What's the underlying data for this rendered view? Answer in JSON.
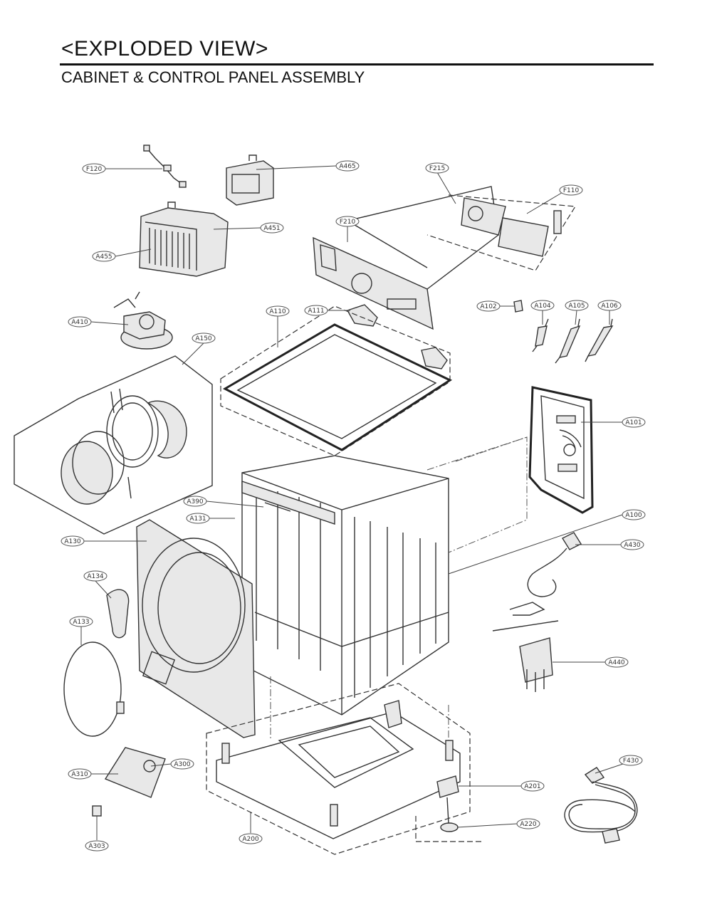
{
  "header": {
    "title": "<EXPLODED VIEW>",
    "subtitle": "CABINET & CONTROL  PANEL ASSEMBLY"
  },
  "labels": {
    "F120": "F120",
    "A465": "A465",
    "F215": "F215",
    "F110": "F110",
    "A451": "A451",
    "F210": "F210",
    "A455": "A455",
    "A410": "A410",
    "A110": "A110",
    "A111": "A111",
    "A102": "A102",
    "A104": "A104",
    "A105": "A105",
    "A106": "A106",
    "A150": "A150",
    "A101": "A101",
    "A390": "A390",
    "A131": "A131",
    "A100": "A100",
    "A130": "A130",
    "A430": "A430",
    "A134": "A134",
    "A133": "A133",
    "A440": "A440",
    "A310": "A310",
    "A300": "A300",
    "A201": "A201",
    "F430": "F430",
    "A220": "A220",
    "A303": "A303",
    "A200": "A200"
  }
}
